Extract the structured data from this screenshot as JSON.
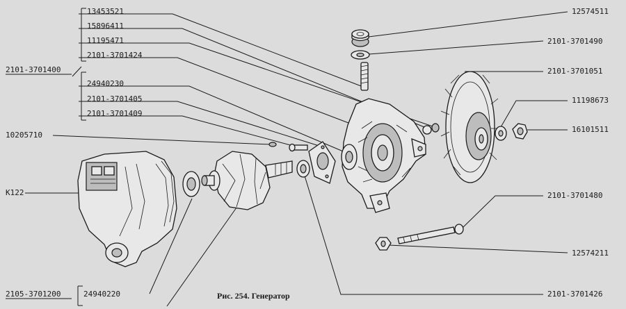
{
  "caption": "Рис. 254. Генератор",
  "labels": {
    "p13453521": "13453521",
    "p15896411": "15896411",
    "p11195471": "11195471",
    "p2101_3701424": "2101-3701424",
    "p24940230": "24940230",
    "p2101_3701405": "2101-3701405",
    "p2101_3701409": "2101-3701409",
    "p2101_3701400": "2101-3701400",
    "p10205710": "10205710",
    "pK122": "К122",
    "p2105_3701200": "2105-3701200",
    "p24940220": "24940220",
    "p12574511": "12574511",
    "p2101_3701490": "2101-3701490",
    "p2101_3701051": "2101-3701051",
    "p11198673": "11198673",
    "p16101511": "16101511",
    "p2101_3701480": "2101-3701480",
    "p12574211": "12574211",
    "p2101_3701426": "2101-3701426"
  }
}
